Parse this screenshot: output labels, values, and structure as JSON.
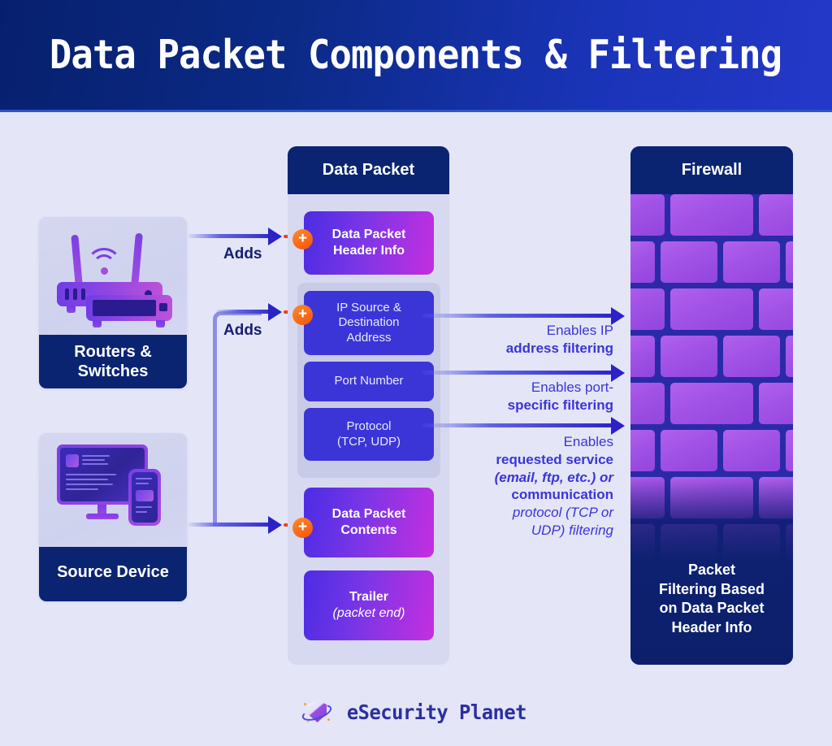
{
  "header": {
    "title": "Data Packet Components & Filtering"
  },
  "devices": [
    {
      "id": "routers-switches",
      "label_line1": "Routers &",
      "label_line2": "Switches",
      "icon": "router-icon"
    },
    {
      "id": "source-device",
      "label_line1": "Source Device",
      "label_line2": "",
      "icon": "desktop-mobile-icon"
    }
  ],
  "connectors": {
    "adds_label_1": "Adds",
    "adds_label_2": "Adds",
    "plus_badge": "+"
  },
  "packet": {
    "header": "Data Packet",
    "boxes": [
      {
        "id": "header-info",
        "title": "Data Packet",
        "title2": "Header Info",
        "sub": ""
      },
      {
        "id": "contents",
        "title": "Data Packet",
        "title2": "Contents",
        "sub": ""
      },
      {
        "id": "trailer",
        "title": "Trailer",
        "title2": "",
        "sub": "(packet end)"
      }
    ],
    "sub_boxes": [
      {
        "id": "ip-address",
        "line1": "IP Source &",
        "line2": "Destination",
        "line3": "Address"
      },
      {
        "id": "port-number",
        "line1": "Port Number",
        "line2": "",
        "line3": ""
      },
      {
        "id": "protocol",
        "line1": "Protocol",
        "line2": "(TCP, UDP)",
        "line3": ""
      }
    ]
  },
  "notes": [
    {
      "id": "ip-filtering-note",
      "parts": [
        {
          "text": "Enables ",
          "style": "regular"
        },
        {
          "text": "IP address filtering",
          "style": "bold"
        }
      ]
    },
    {
      "id": "port-filtering-note",
      "parts": [
        {
          "text": "Enables ",
          "style": "regular"
        },
        {
          "text": "port-specific filtering",
          "style": "bold"
        }
      ]
    },
    {
      "id": "protocol-filtering-note",
      "parts": [
        {
          "text": "Enables ",
          "style": "regular"
        },
        {
          "text": "requested service ",
          "style": "bold"
        },
        {
          "text": "(email, ftp, etc.)",
          "style": "bold-italic"
        },
        {
          "text": " or ",
          "style": "regular"
        },
        {
          "text": "communication protocol ",
          "style": "bold"
        },
        {
          "text": "(TCP or UDP)",
          "style": "regular-italic"
        },
        {
          "text": " filtering",
          "style": "regular"
        }
      ]
    }
  ],
  "notes_text": {
    "ip": {
      "l1": "Enables IP",
      "l2": "address filtering"
    },
    "port": {
      "l1": "Enables port-",
      "l2": "specific filtering"
    },
    "protocol": {
      "l1": "Enables",
      "l2": "requested service",
      "l3": "(email, ftp, etc.) or",
      "l4": "communication",
      "l5": "protocol (TCP or",
      "l6": "UDP) filtering"
    }
  },
  "firewall": {
    "header": "Firewall",
    "caption_l1": "Packet",
    "caption_l2": "Filtering Based",
    "caption_l3": "on Data Packet",
    "caption_l4": "Header Info"
  },
  "footer": {
    "brand": "eSecurity Planet",
    "logo_icon": "shield-orbit-icon"
  },
  "colors": {
    "background": "#e4e5f7",
    "header_dark": "#07206e",
    "header_light": "#2438c8",
    "navy": "#0a2472",
    "royal_blue": "#3b35d8",
    "magenta": "#c42fe0",
    "purple": "#7b36e6",
    "brick": "#a152e6",
    "mortar": "#2a2aa8",
    "orange": "#f2540c",
    "dotted_red": "#f03e1e"
  }
}
